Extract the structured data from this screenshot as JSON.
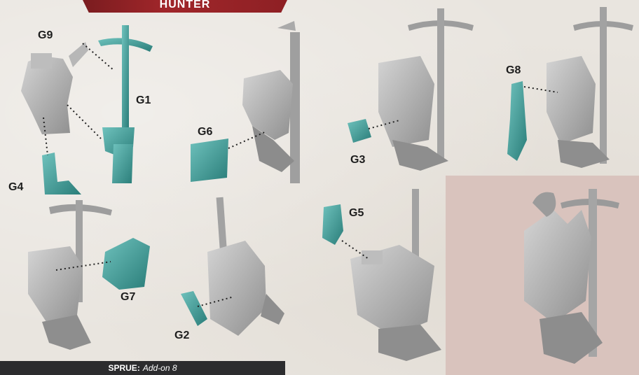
{
  "header": {
    "title": "HUNTER"
  },
  "labels": {
    "g1": "G1",
    "g2": "G2",
    "g3": "G3",
    "g4": "G4",
    "g5": "G5",
    "g6": "G6",
    "g7": "G7",
    "g8": "G8",
    "g9": "G9"
  },
  "footer": {
    "sprue_label": "SPRUE:",
    "sprue_value": "Add-on 8"
  },
  "colors": {
    "part_highlight": "#3e9c97",
    "model_grey": "#a9a9a9",
    "banner": "#8e2024",
    "photo_bg": "#d9c3bd"
  }
}
